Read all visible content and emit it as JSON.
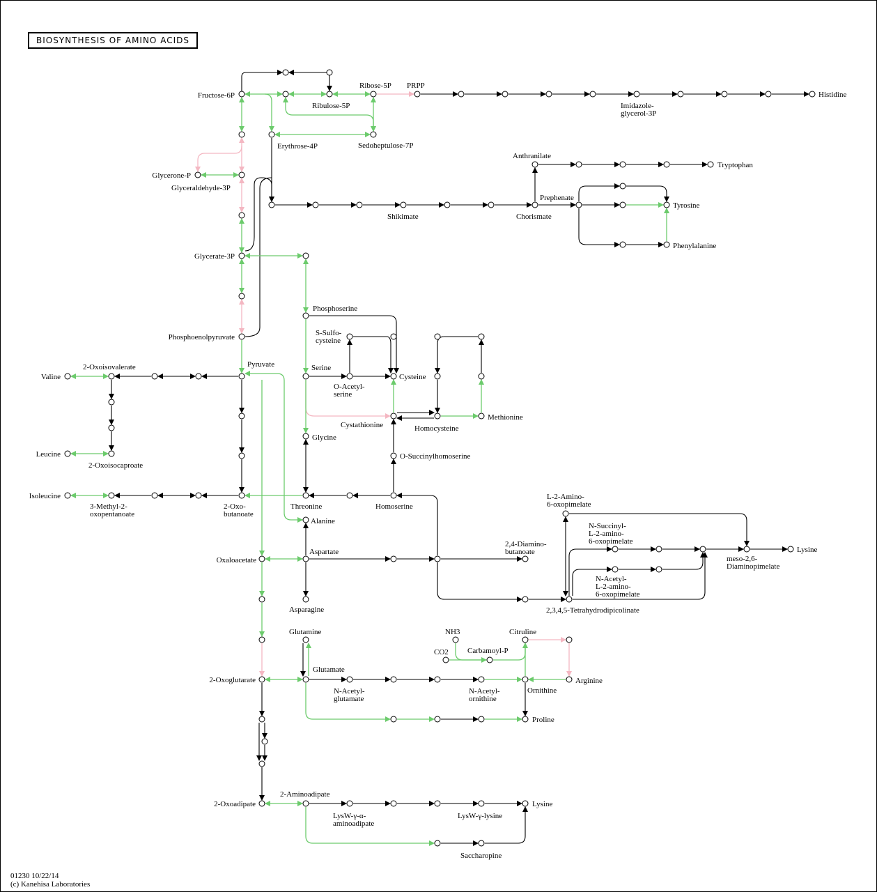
{
  "map": {
    "title": "BIOSYNTHESIS  OF  AMINO  ACIDS",
    "footer_line1": "01230 10/22/14",
    "footer_line2": "(c) Kanehisa Laboratories"
  },
  "colors": {
    "black": "#000000",
    "green": "#6ccb6c",
    "pink": "#f4b7c2"
  },
  "labels": [
    {
      "text": "Fructose-6P"
    },
    {
      "text": "Ribose-5P"
    },
    {
      "text": "PRPP"
    },
    {
      "text": "Ribulose-5P"
    },
    {
      "text": "Histidine"
    },
    {
      "text": "Imidazole-"
    },
    {
      "text": "glycerol-3P"
    },
    {
      "text": "Erythrose-4P"
    },
    {
      "text": "Sedoheptulose-7P"
    },
    {
      "text": "Glycerone-P"
    },
    {
      "text": "Glyceraldehyde-3P"
    },
    {
      "text": "Anthranilate"
    },
    {
      "text": "Tryptophan"
    },
    {
      "text": "Prephenate"
    },
    {
      "text": "Tyrosine"
    },
    {
      "text": "Shikimate"
    },
    {
      "text": "Chorismate"
    },
    {
      "text": "Phenylalanine"
    },
    {
      "text": "Glycerate-3P"
    },
    {
      "text": "Phosphoserine"
    },
    {
      "text": "S-Sulfo-"
    },
    {
      "text": "cysteine"
    },
    {
      "text": "Phosphoenolpyruvate"
    },
    {
      "text": "Pyruvate"
    },
    {
      "text": "Serine"
    },
    {
      "text": "Cysteine"
    },
    {
      "text": "O-Acetyl-"
    },
    {
      "text": "serine"
    },
    {
      "text": "2-Oxoisovalerate"
    },
    {
      "text": "Valine"
    },
    {
      "text": "Cystathionine"
    },
    {
      "text": "Homocysteine"
    },
    {
      "text": "Methionine"
    },
    {
      "text": "Glycine"
    },
    {
      "text": "Leucine"
    },
    {
      "text": "2-Oxoisocaproate"
    },
    {
      "text": "O-Succinylhomoserine"
    },
    {
      "text": "Isoleucine"
    },
    {
      "text": "3-Methyl-2-"
    },
    {
      "text": "oxopentanoate"
    },
    {
      "text": "2-Oxo-"
    },
    {
      "text": "butanoate"
    },
    {
      "text": "Threonine"
    },
    {
      "text": "Homoserine"
    },
    {
      "text": "L-2-Amino-"
    },
    {
      "text": "6-oxopimelate"
    },
    {
      "text": "Alanine"
    },
    {
      "text": "N-Succinyl-"
    },
    {
      "text": "L-2-amino-"
    },
    {
      "text": "6-oxopimelate"
    },
    {
      "text": "2,4-Diamino-"
    },
    {
      "text": "butanoate"
    },
    {
      "text": "Oxaloacetate"
    },
    {
      "text": "Aspartate"
    },
    {
      "text": "meso-2,6-"
    },
    {
      "text": "Diaminopimelate"
    },
    {
      "text": "Lysine"
    },
    {
      "text": "N-Acetyl-"
    },
    {
      "text": "L-2-amino-"
    },
    {
      "text": "6-oxopimelate"
    },
    {
      "text": "2,3,4,5-Tetrahydrodipicolinate"
    },
    {
      "text": "Asparagine"
    },
    {
      "text": "Glutamine"
    },
    {
      "text": "NH3"
    },
    {
      "text": "Citruline"
    },
    {
      "text": "CO2"
    },
    {
      "text": "Carbamoyl-P"
    },
    {
      "text": "Glutamate"
    },
    {
      "text": "2-Oxoglutarate"
    },
    {
      "text": "N-Acetyl-"
    },
    {
      "text": "glutamate"
    },
    {
      "text": "N-Acetyl-"
    },
    {
      "text": "ornithine"
    },
    {
      "text": "Ornithine"
    },
    {
      "text": "Arginine"
    },
    {
      "text": "Proline"
    },
    {
      "text": "2-Aminoadipate"
    },
    {
      "text": "2-Oxoadipate"
    },
    {
      "text": "Lysine"
    },
    {
      "text": "LysW-γ-α-"
    },
    {
      "text": "aminoadipate"
    },
    {
      "text": "LysW-γ-lysine"
    },
    {
      "text": "Saccharopine"
    }
  ]
}
